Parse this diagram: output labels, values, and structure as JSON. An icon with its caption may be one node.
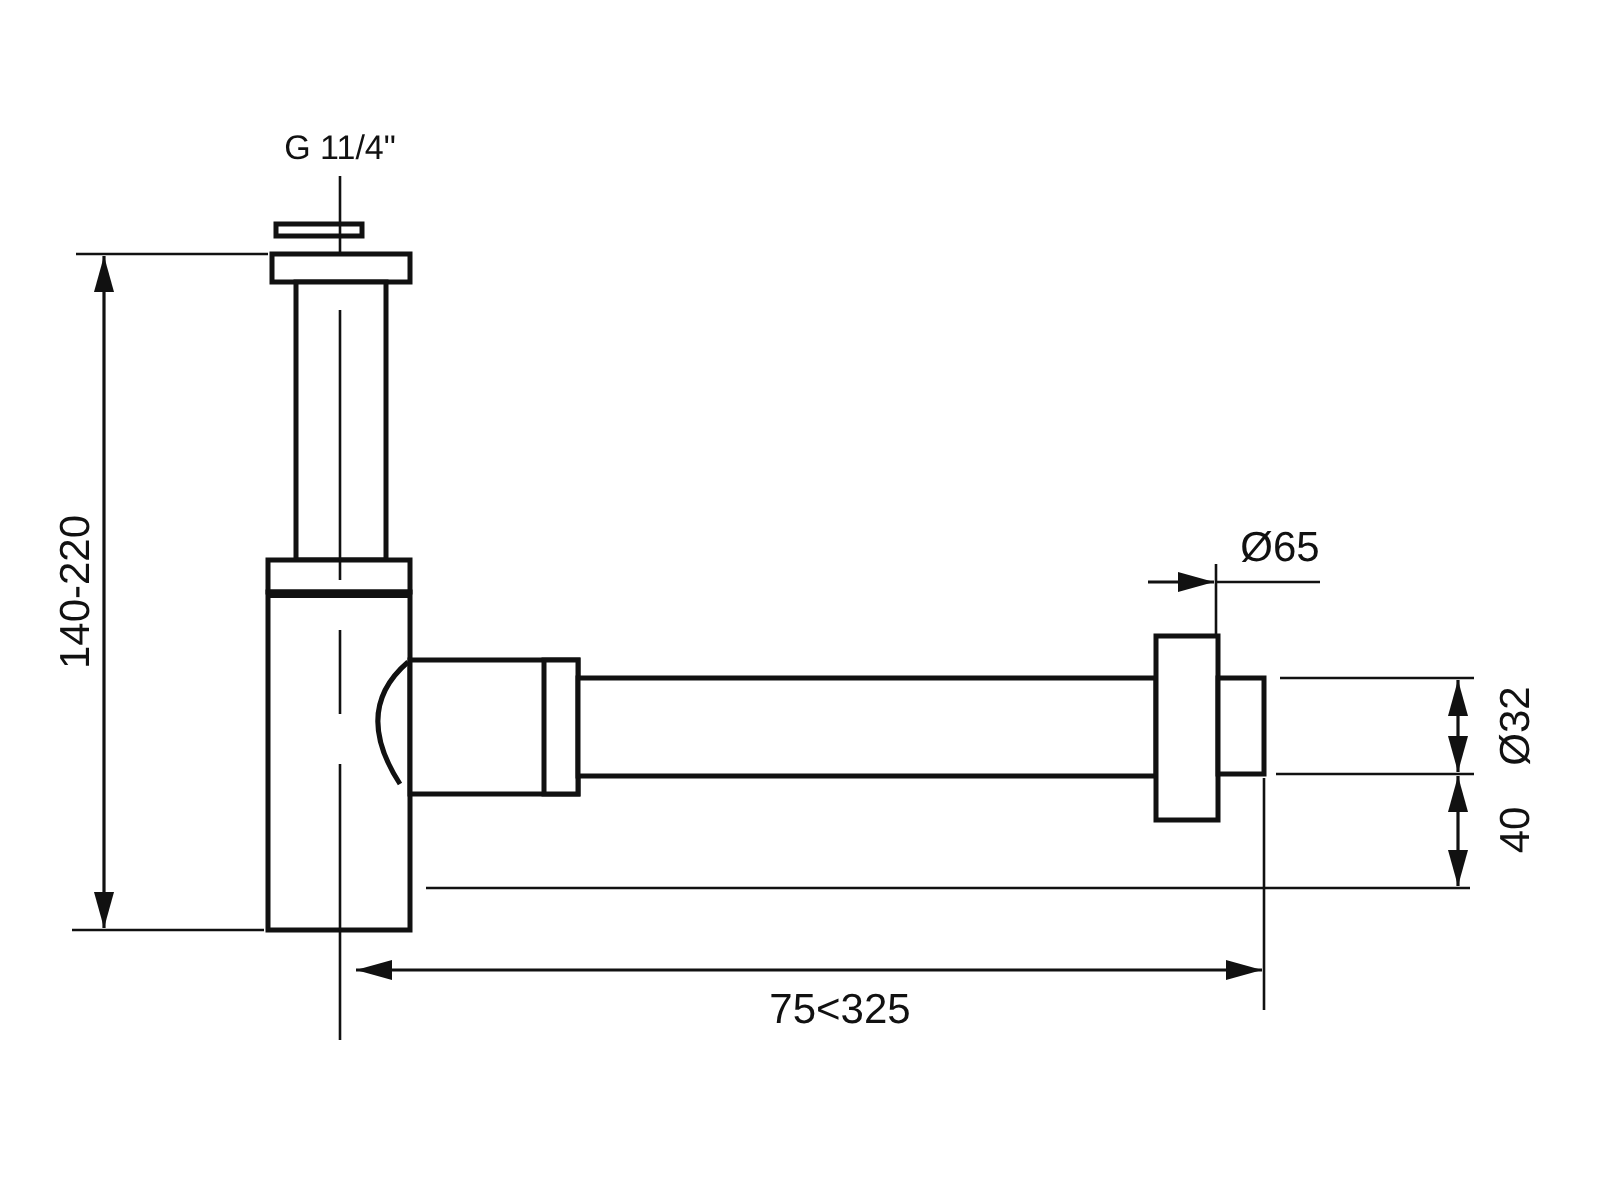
{
  "diagram": {
    "labels": [
      "G 11/4\"",
      "140-220",
      "Ø65",
      "Ø32",
      "40",
      "75<325"
    ]
  }
}
